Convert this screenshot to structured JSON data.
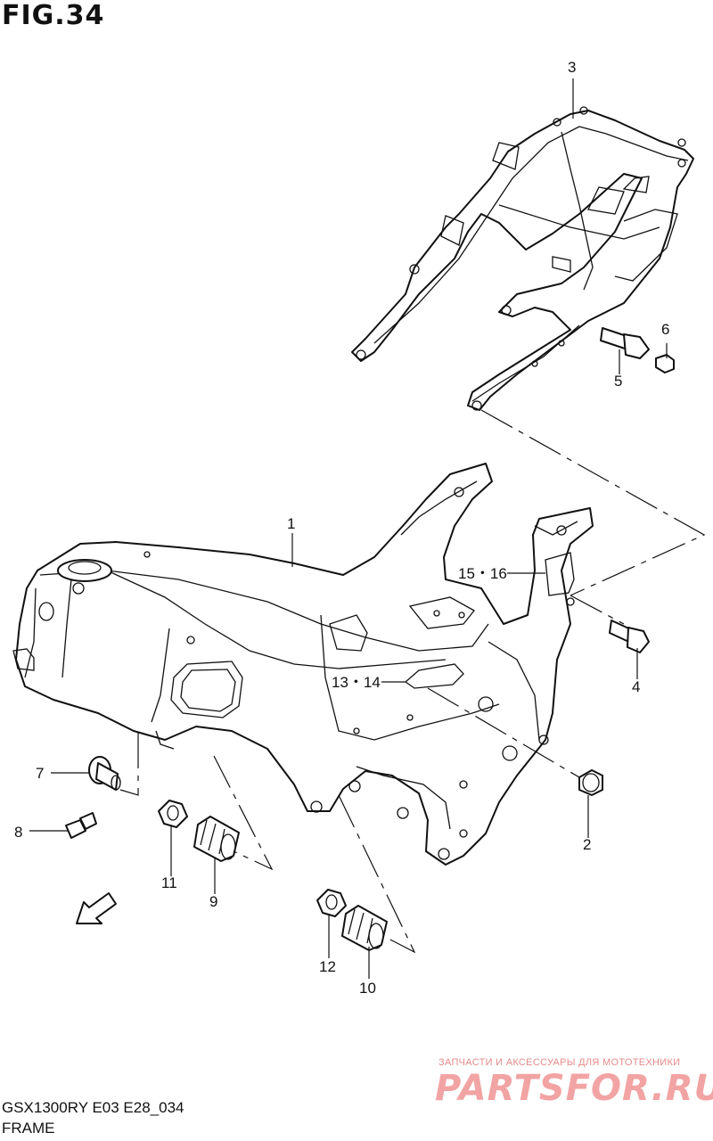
{
  "figure": {
    "title": "FIG.34"
  },
  "footer": {
    "model": "GSX1300RY E03 E28_034",
    "section": "FRAME"
  },
  "watermark": {
    "tagline": "ЗАПЧАСТИ И АКСЕССУАРЫ ДЛЯ МОТОТЕХНИКИ",
    "brand": "PARTSFOR.RU",
    "color": "#f2a3a3"
  },
  "fwd_label": "FWD",
  "callouts": {
    "c1": "1",
    "c2": "2",
    "c3": "3",
    "c4": "4",
    "c5": "5",
    "c6": "6",
    "c7": "7",
    "c8": "8",
    "c9": "9",
    "c10": "10",
    "c11": "11",
    "c12": "12",
    "c13": "13・14",
    "c15": "15・16"
  }
}
